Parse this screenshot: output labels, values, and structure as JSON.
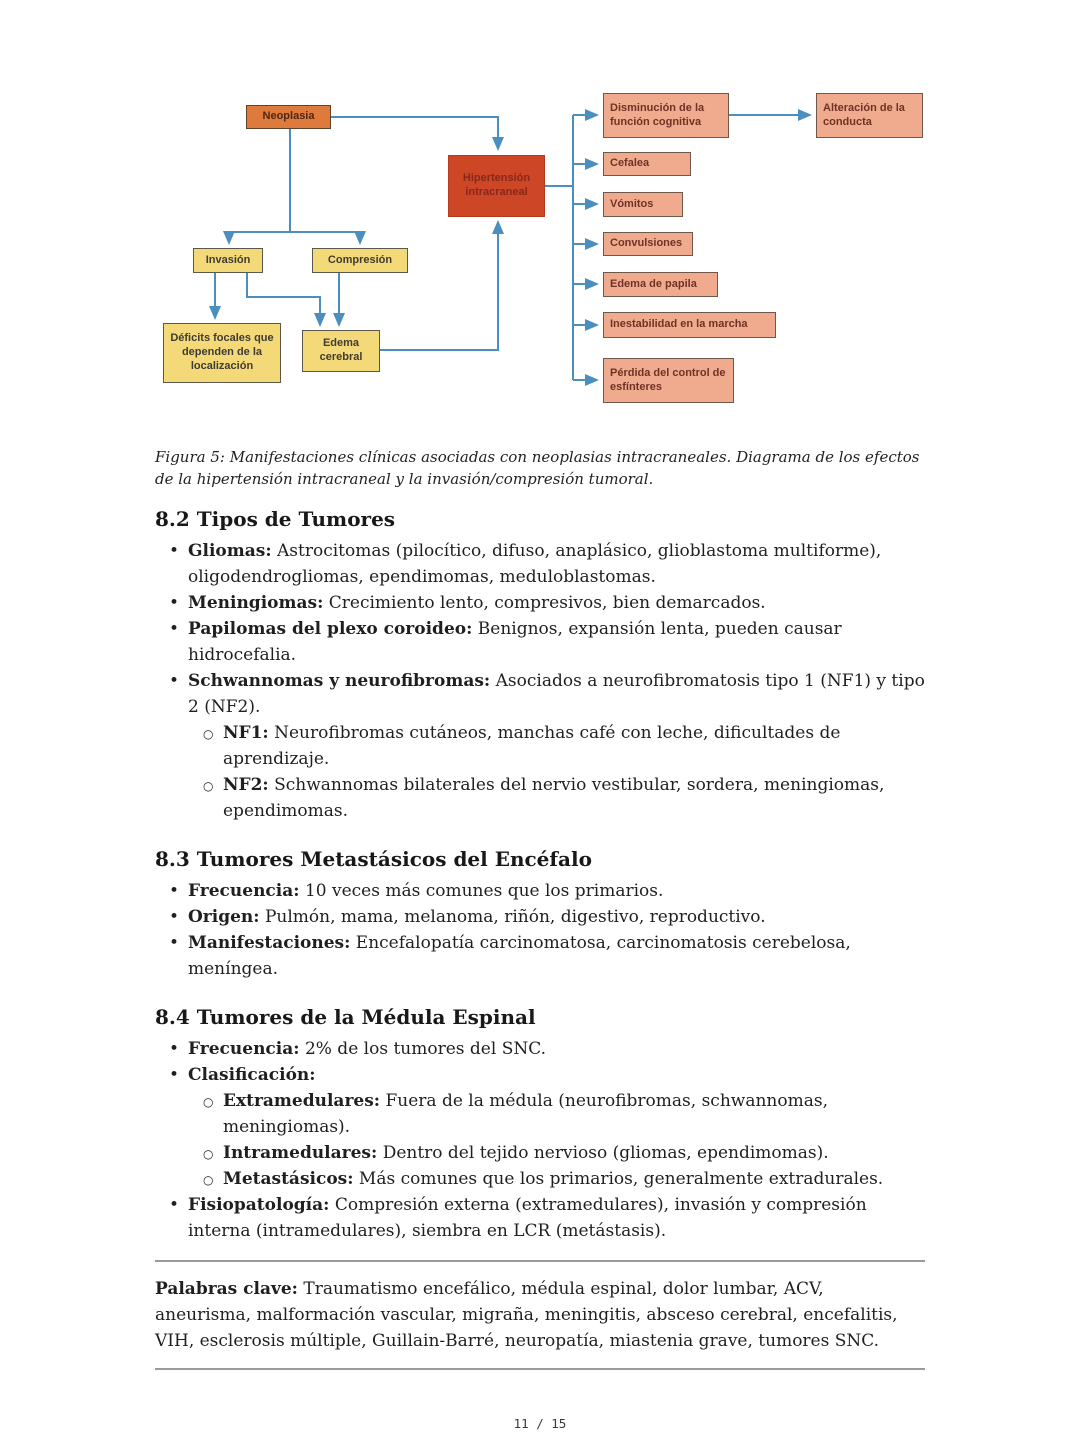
{
  "figure": {
    "caption": "Figura 5: Manifestaciones clínicas asociadas con neoplasias intracraneales. Diagrama de los efectos de la hipertensión intracraneal y la invasión/compresión tumoral.",
    "nodes": {
      "neoplasia": "Neoplasia",
      "hipertension": "Hipertensión intracraneal",
      "invasion": "Invasión",
      "compresion": "Compresión",
      "deficits": "Déficits focales que dependen de la localización",
      "edema_cerebral": "Edema cerebral",
      "disminucion": "Disminución de la función cognitiva",
      "alteracion": "Alteración de la conducta",
      "cefalea": "Cefalea",
      "vomitos": "Vómitos",
      "convulsiones": "Convulsiones",
      "edema_papila": "Edema de papila",
      "inestabilidad": "Inestabilidad en la marcha",
      "perdida": "Pérdida del control de esfínteres"
    },
    "colors": {
      "arrow": "#4a8fc0",
      "node_orange": "#dd7a3c",
      "node_red": "#cd4727",
      "node_yellow": "#f3d977",
      "node_salmon": "#f0ab8e"
    }
  },
  "sections": [
    {
      "title": "8.2 Tipos de Tumores",
      "items": [
        {
          "label": "Gliomas:",
          "text": "Astrocitomas (pilocítico, difuso, anaplásico, glioblastoma multiforme), oligodendrogliomas, ependimomas, meduloblastomas."
        },
        {
          "label": "Meningiomas:",
          "text": "Crecimiento lento, compresivos, bien demarcados."
        },
        {
          "label": "Papilomas del plexo coroideo:",
          "text": "Benignos, expansión lenta, pueden causar hidrocefalia."
        },
        {
          "label": "Schwannomas y neurofibromas:",
          "text": "Asociados a neurofibromatosis tipo 1 (NF1) y tipo 2 (NF2).",
          "subitems": [
            {
              "label": "NF1:",
              "text": "Neurofibromas cutáneos, manchas café con leche, dificultades de aprendizaje."
            },
            {
              "label": "NF2:",
              "text": "Schwannomas bilaterales del nervio vestibular, sordera, meningiomas, ependimomas."
            }
          ]
        }
      ]
    },
    {
      "title": "8.3 Tumores Metastásicos del Encéfalo",
      "items": [
        {
          "label": "Frecuencia:",
          "text": "10 veces más comunes que los primarios."
        },
        {
          "label": "Origen:",
          "text": "Pulmón, mama, melanoma, riñón, digestivo, reproductivo."
        },
        {
          "label": "Manifestaciones:",
          "text": "Encefalopatía carcinomatosa, carcinomatosis cerebelosa, meníngea."
        }
      ]
    },
    {
      "title": "8.4 Tumores de la Médula Espinal",
      "items": [
        {
          "label": "Frecuencia:",
          "text": "2% de los tumores del SNC."
        },
        {
          "label": "Clasificación:",
          "text": "",
          "subitems": [
            {
              "label": "Extramedulares:",
              "text": "Fuera de la médula (neurofibromas, schwannomas, meningiomas)."
            },
            {
              "label": "Intramedulares:",
              "text": "Dentro del tejido nervioso (gliomas, ependimomas)."
            },
            {
              "label": "Metastásicos:",
              "text": "Más comunes que los primarios, generalmente extradurales."
            }
          ]
        },
        {
          "label": "Fisiopatología:",
          "text": "Compresión externa (extramedulares), invasión y compresión interna (intramedulares), siembra en LCR (metástasis)."
        }
      ]
    }
  ],
  "keywords": {
    "label": "Palabras clave:",
    "text": "Traumatismo encefálico, médula espinal, dolor lumbar, ACV, aneurisma, malformación vascular, migraña, meningitis, absceso cerebral, encefalitis, VIH, esclerosis múltiple, Guillain-Barré, neuropatía, miastenia grave, tumores SNC."
  },
  "page": {
    "footer": "11 / 15"
  }
}
